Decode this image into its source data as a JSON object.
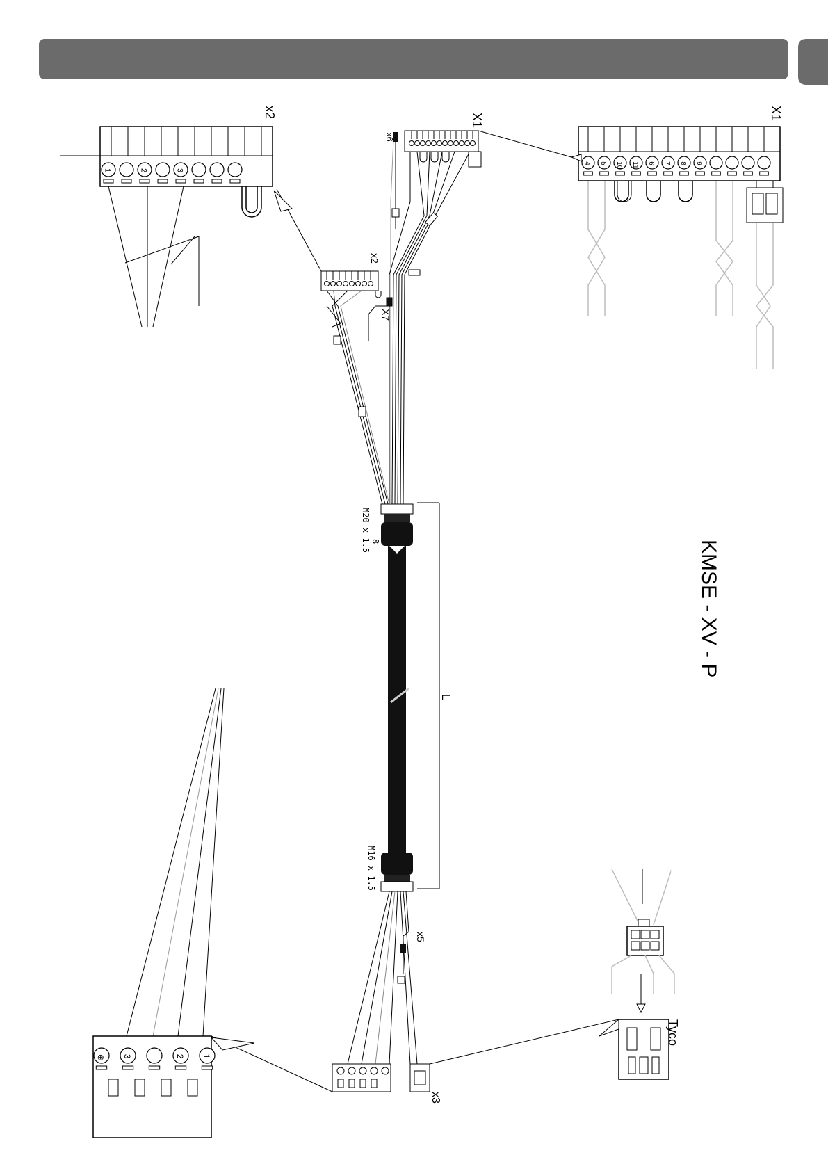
{
  "header": {
    "tab": ""
  },
  "title": "KMSE - XV - P",
  "labels": {
    "x1_main": "X1",
    "x1_detail": "X1",
    "x2_main": "x2",
    "x2_detail": "x2",
    "x6": "x6",
    "x7": "X7",
    "x5": "x5",
    "x3": "x3",
    "tyco": "Tyco",
    "length": "L",
    "gland_top": "M20 x 1.5",
    "gland_top_size": "8",
    "gland_bottom": "M16 x 1.5"
  },
  "x1_detail_pins": [
    "4",
    "5",
    "10",
    "11",
    "6",
    "7",
    "8",
    "9",
    "",
    "",
    "",
    ""
  ],
  "x2_detail_pins": [
    "1",
    "",
    "2",
    "",
    "3",
    "",
    "",
    ""
  ],
  "x3_detail_pins": [
    "1",
    "2",
    "",
    "3",
    "⊕"
  ],
  "colors": {
    "header_bar": "#6b6b6b",
    "cable": "#111111",
    "line": "#000000",
    "wire_light": "#bdbdbd"
  }
}
